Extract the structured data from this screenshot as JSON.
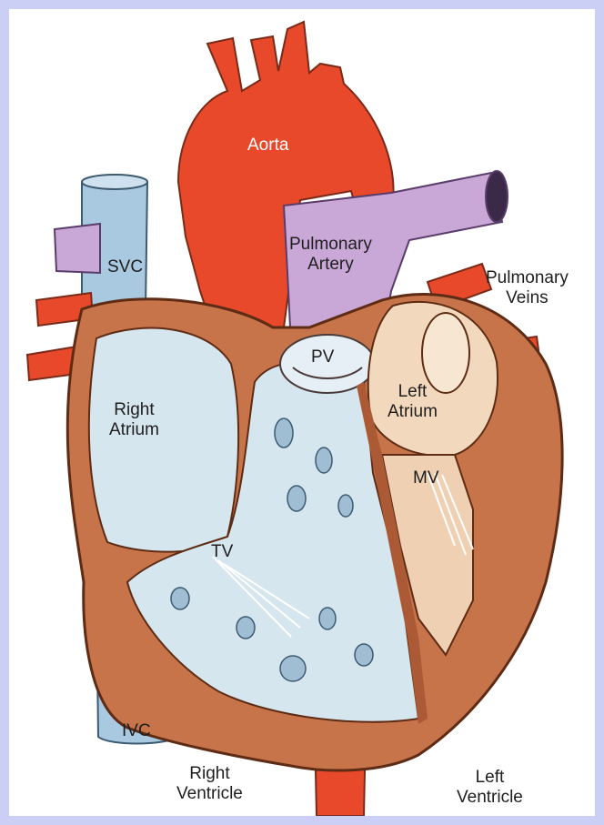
{
  "diagram": {
    "colors": {
      "artery_red": "#e8492b",
      "vein_blue": "#a9c9e0",
      "pulmonary_purple": "#c9a8d8",
      "muscle_brown": "#c8744a",
      "chamber_light": "#d6e6ee",
      "left_atrium_tan": "#f2d9bd",
      "background": "#cccff5"
    },
    "labels": {
      "aorta": "Aorta",
      "svc": "SVC",
      "pulmonary_artery_line1": "Pulmonary",
      "pulmonary_artery_line2": "Artery",
      "pulmonary_veins_line1": "Pulmonary",
      "pulmonary_veins_line2": "Veins",
      "pv": "PV",
      "right_atrium_line1": "Right",
      "right_atrium_line2": "Atrium",
      "left_atrium_line1": "Left",
      "left_atrium_line2": "Atrium",
      "mv": "MV",
      "tv": "TV",
      "ivc": "IVC",
      "right_ventricle_line1": "Right",
      "right_ventricle_line2": "Ventricle",
      "left_ventricle_line1": "Left",
      "left_ventricle_line2": "Ventricle"
    }
  }
}
